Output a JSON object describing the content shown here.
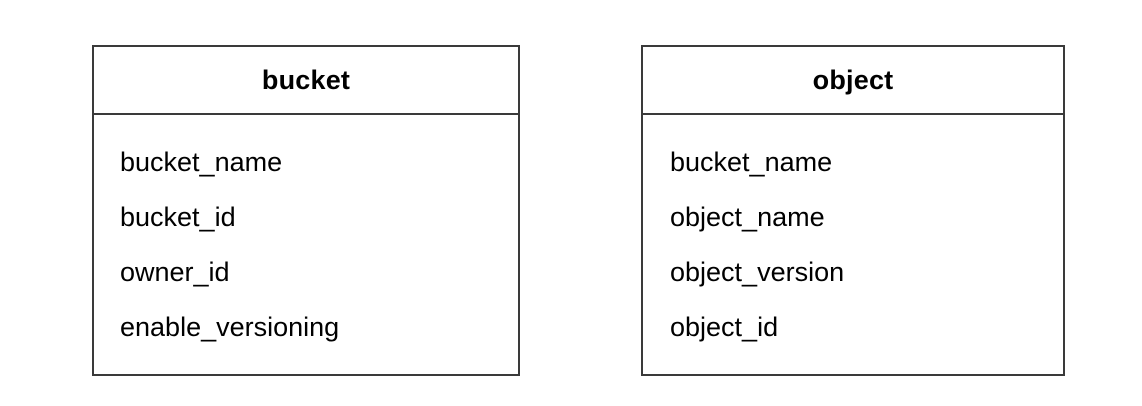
{
  "diagram": {
    "type": "entity-relationship-diagram",
    "background_color": "#ffffff",
    "border_color": "#3a3a3a",
    "text_color": "#000000",
    "entities": [
      {
        "name": "bucket",
        "attributes": [
          "bucket_name",
          "bucket_id",
          "owner_id",
          "enable_versioning"
        ]
      },
      {
        "name": "object",
        "attributes": [
          "bucket_name",
          "object_name",
          "object_version",
          "object_id"
        ]
      }
    ]
  }
}
